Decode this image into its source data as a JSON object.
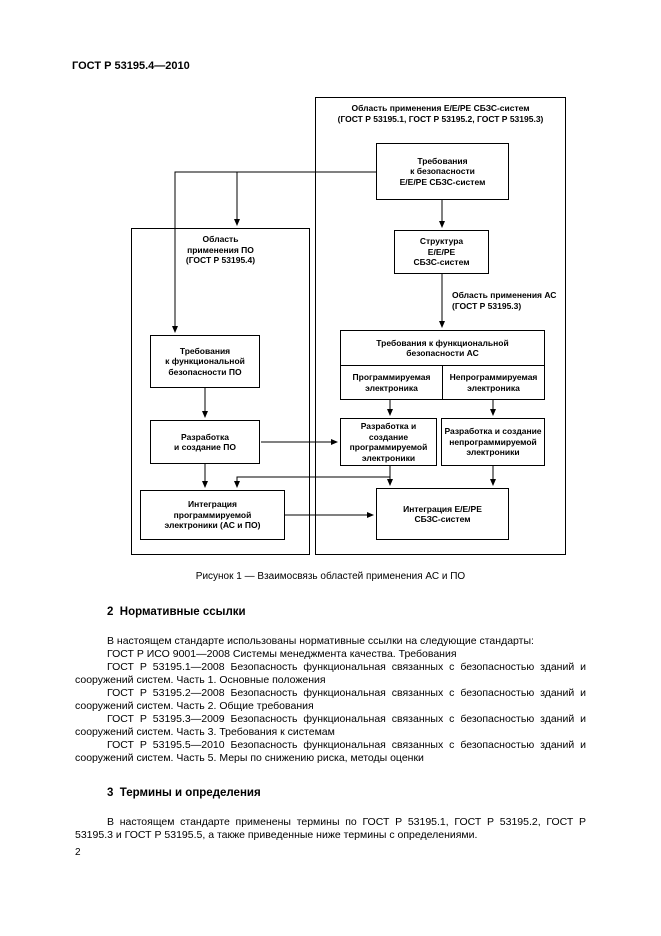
{
  "page": {
    "header": "ГОСТ Р 53195.4—2010",
    "page_number": "2"
  },
  "figure": {
    "caption": "Рисунок 1 — Взаимосвязь областей применения АС и ПО",
    "outer_right_title": "Область применения Е/Е/РЕ СБЗС-систем\n(ГОСТ Р 53195.1, ГОСТ Р 53195.2, ГОСТ Р 53195.3)",
    "outer_left_title": "Область\nприменения ПО\n(ГОСТ Р 53195.4)",
    "ac_label": "Область применения АС\n(ГОСТ Р 53195.3)",
    "boxes": {
      "safety_requirements": "Требования\nк безопасности\nЕ/Е/РЕ СБЗС-систем",
      "structure": "Структура\nЕ/Е/РЕ\nСБЗС-систем",
      "ac_requirements": "Требования к функциональной\nбезопасности АС",
      "programmable": "Программируемая\nэлектроника",
      "non_programmable": "Непрограммируемая\nэлектроника",
      "dev_programmable": "Разработка и создание\nпрограммируемой\nэлектроники",
      "dev_non_programmable": "Разработка и создание\nнепрограммируемой\nэлектроники",
      "integration_sbzs": "Интеграция Е/Е/РЕ\nСБЗС-систем",
      "po_requirements": "Требования\nк функциональной\nбезопасности ПО",
      "dev_po": "Разработка\nи создание ПО",
      "integration_po": "Интеграция\nпрограммируемой\nэлектроники (АС и ПО)"
    }
  },
  "sections": {
    "normative": {
      "heading": "2  Нормативные ссылки",
      "paragraphs": [
        "В настоящем стандарте использованы нормативные ссылки на следующие стандарты:",
        "ГОСТ Р ИСО 9001—2008  Системы менеджмента качества. Требования",
        "ГОСТ Р 53195.1—2008  Безопасность функциональная связанных с безопасностью зданий и сооружений систем. Часть 1. Основные положения",
        "ГОСТ Р 53195.2—2008  Безопасность функциональная связанных с безопасностью зданий и сооружений систем. Часть 2. Общие требования",
        "ГОСТ Р 53195.3—2009  Безопасность функциональная связанных с безопасностью зданий и сооружений систем. Часть 3. Требования к системам",
        "ГОСТ Р 53195.5—2010  Безопасность функциональная связанных с безопасностью зданий и сооружений систем. Часть 5. Меры по снижению риска, методы оценки"
      ]
    },
    "terms": {
      "heading": "3  Термины и определения",
      "paragraphs": [
        "В настоящем стандарте применены термины по ГОСТ Р 53195.1, ГОСТ Р 53195.2, ГОСТ Р 53195.3 и ГОСТ Р 53195.5, а также приведенные ниже термины с определениями."
      ]
    }
  }
}
